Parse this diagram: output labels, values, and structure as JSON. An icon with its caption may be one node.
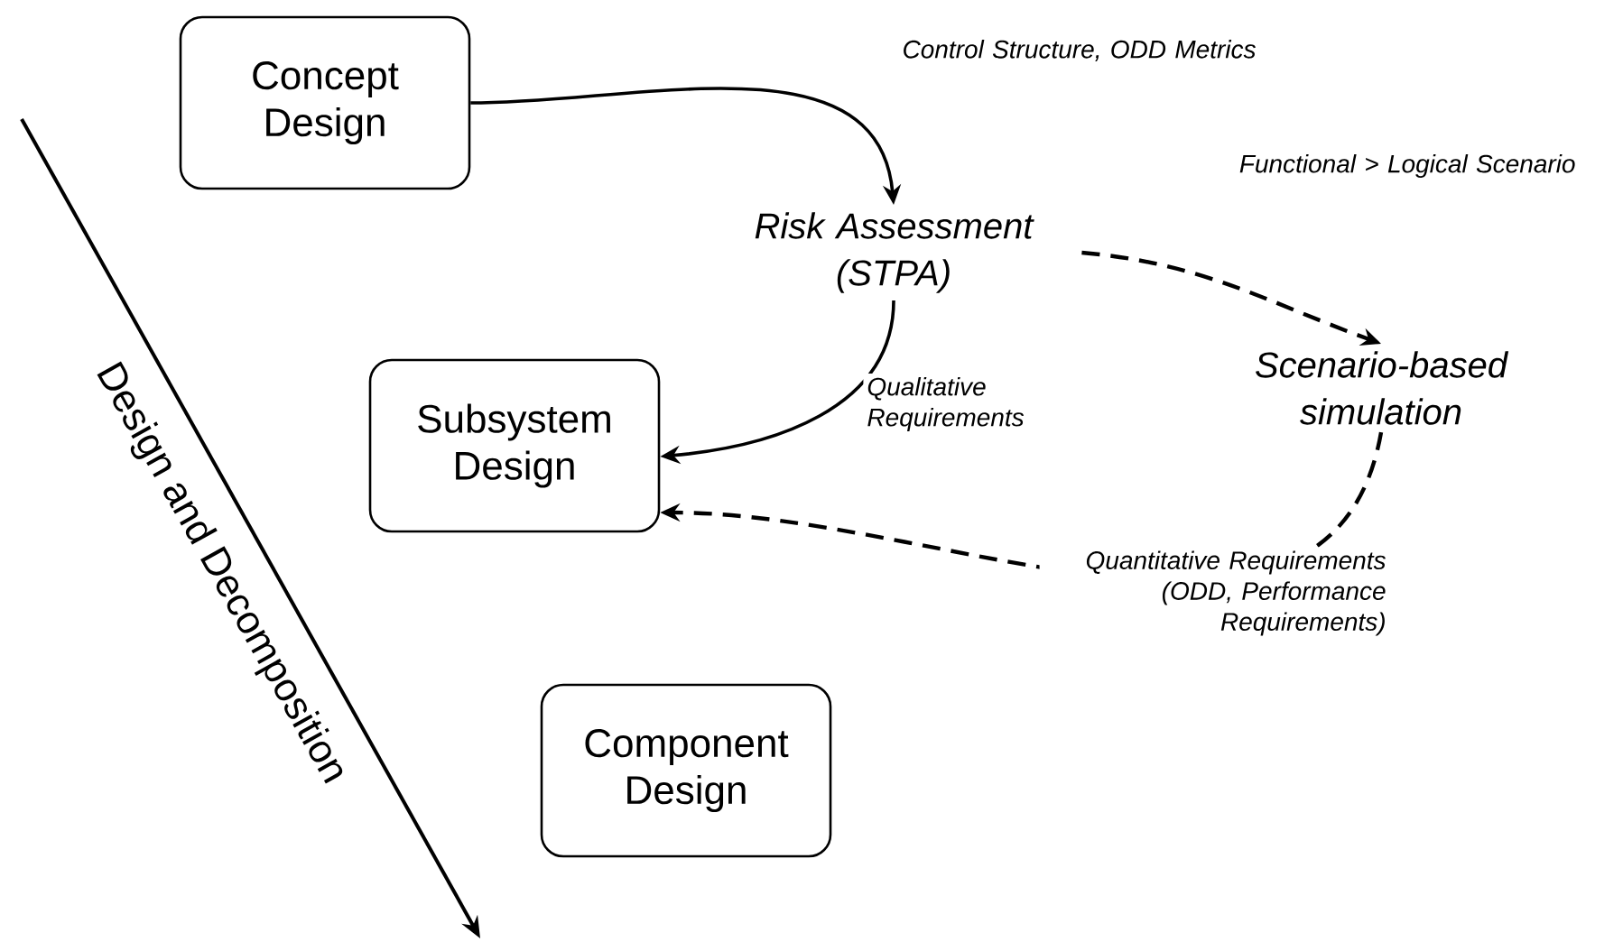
{
  "diagram": {
    "nodes": [
      {
        "text": [
          "Concept Design"
        ]
      },
      {
        "text": [
          "Risk Assessment (STPA)"
        ]
      },
      {
        "text": [
          "Scenario-based simulation"
        ]
      },
      {
        "text": [
          "Subsystem Design"
        ]
      },
      {
        "text": [
          "Component Design"
        ]
      }
    ],
    "edges": [
      {
        "from": 0,
        "to": 1,
        "arrow": "to",
        "label": "Control Structure, ODD Metrics"
      },
      {
        "from": 1,
        "to": 2,
        "arrow": "to",
        "label": "Functional > Logical Scenario",
        "style": "dashed"
      },
      {
        "from": 1,
        "to": 3,
        "arrow": "to",
        "label": "Qualitative Requirements"
      },
      {
        "from": 2,
        "to": 3,
        "arrow": "to",
        "label": "Quantitative Requirements (ODD, Performance Requirements)",
        "style": "dashed"
      }
    ],
    "labels": [
      "Design and Decomposition"
    ]
  }
}
